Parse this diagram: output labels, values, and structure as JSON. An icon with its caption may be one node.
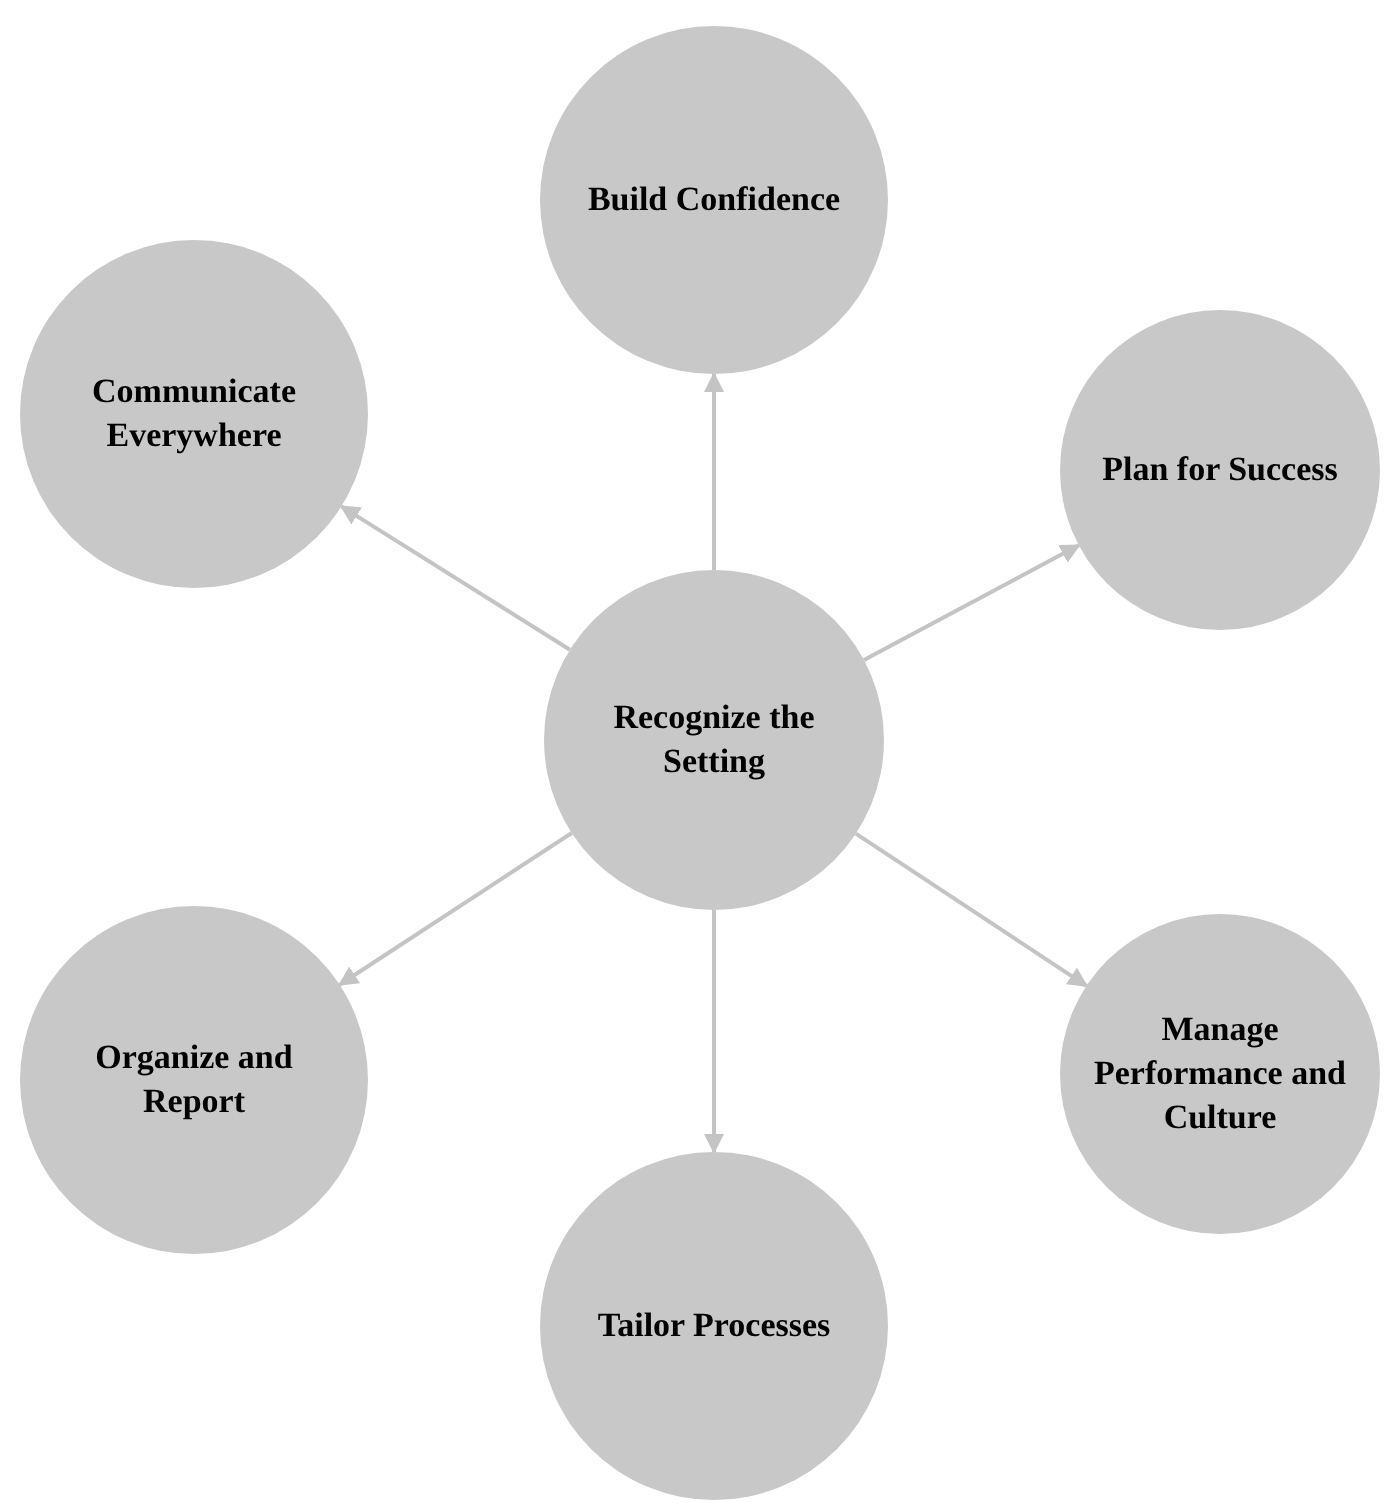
{
  "diagram": {
    "nodes": [
      {
        "text": [
          "Build Confidence"
        ]
      },
      {
        "text": [
          "Communicate Everywhere"
        ]
      },
      {
        "text": [
          "Plan for Success"
        ]
      },
      {
        "text": [
          "Recognize the Setting"
        ]
      },
      {
        "text": [
          "Organize and Report"
        ]
      },
      {
        "text": [
          "Manage Performance and Culture"
        ]
      },
      {
        "text": [
          "Tailor Processes"
        ]
      }
    ],
    "edges": [
      {
        "from": 3,
        "to": 0,
        "arrow": "to"
      },
      {
        "from": 3,
        "to": 1,
        "arrow": "to"
      },
      {
        "from": 3,
        "to": 2,
        "arrow": "to"
      },
      {
        "from": 3,
        "to": 4,
        "arrow": "to"
      },
      {
        "from": 3,
        "to": 5,
        "arrow": "to"
      },
      {
        "from": 3,
        "to": 6,
        "arrow": "to"
      }
    ]
  }
}
